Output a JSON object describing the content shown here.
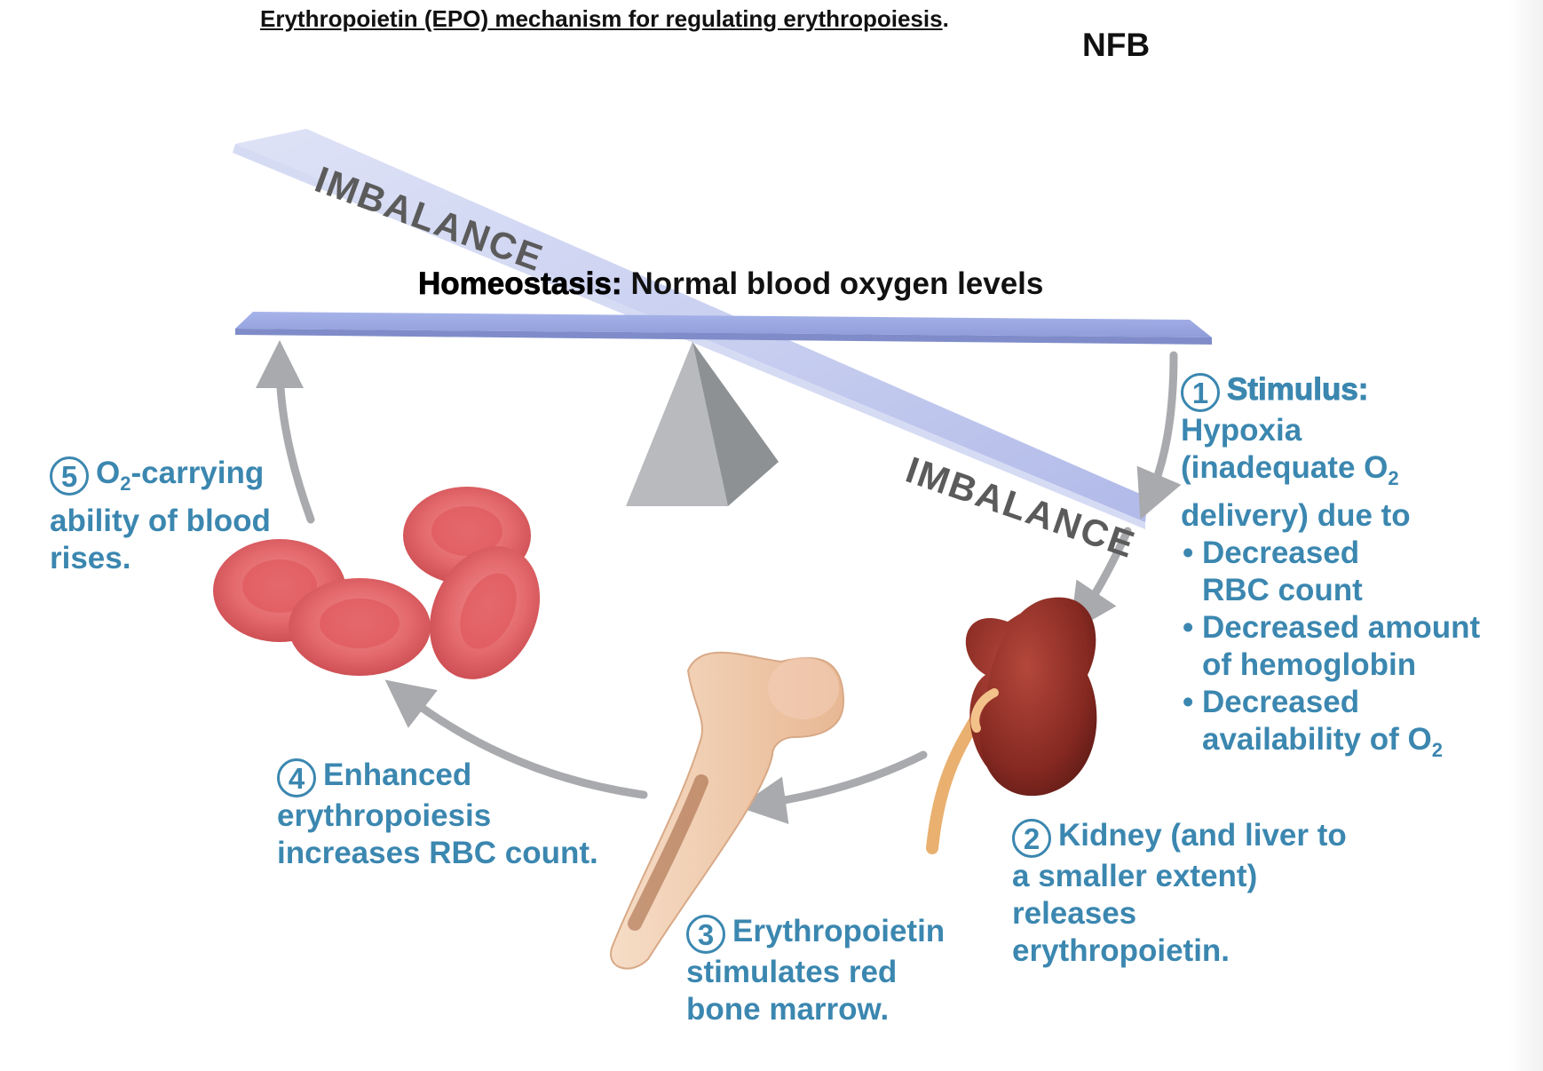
{
  "title": {
    "main": "Erythropoietin (EPO) mechanism for regulating erythropoiesis",
    "period": ".",
    "nfb": "NFB"
  },
  "homeostasis": {
    "label": "Homeostasis:",
    "value": "Normal blood oxygen levels"
  },
  "imbalance_labels": [
    "IMBALANCE",
    "IMBALANCE"
  ],
  "steps": {
    "s1": {
      "number": "1",
      "title": "Stimulus:",
      "lines": [
        "Hypoxia",
        "(inadequate O",
        "delivery) due to"
      ],
      "o2_sub": "2",
      "bullets": [
        [
          "Decreased",
          "RBC count"
        ],
        [
          "Decreased amount",
          "of hemoglobin"
        ],
        [
          "Decreased",
          "availability of O"
        ]
      ]
    },
    "s2": {
      "number": "2",
      "lines": [
        "Kidney (and liver to",
        "a smaller extent)",
        "releases",
        "erythropoietin."
      ]
    },
    "s3": {
      "number": "3",
      "lines": [
        "Erythropoietin",
        "stimulates red",
        "bone marrow."
      ]
    },
    "s4": {
      "number": "4",
      "lines": [
        "Enhanced",
        "erythropoiesis",
        "increases RBC count."
      ]
    },
    "s5": {
      "number": "5",
      "line1_pre": "O",
      "line1_sub": "2",
      "line1_post": "-carrying",
      "lines": [
        "ability of blood",
        "rises."
      ]
    }
  },
  "colors": {
    "step_text": "#3b87b0",
    "beam": "#9aa8e0",
    "arrow": "#a9aaad",
    "fulcrum": "#a9abad",
    "rbc": "#e4676a",
    "kidney": "#8a2a24",
    "bone": "#f1cdb1"
  },
  "icons": [
    "seesaw-fulcrum",
    "red-blood-cell",
    "kidney",
    "femur-bone",
    "cycle-arrow"
  ]
}
